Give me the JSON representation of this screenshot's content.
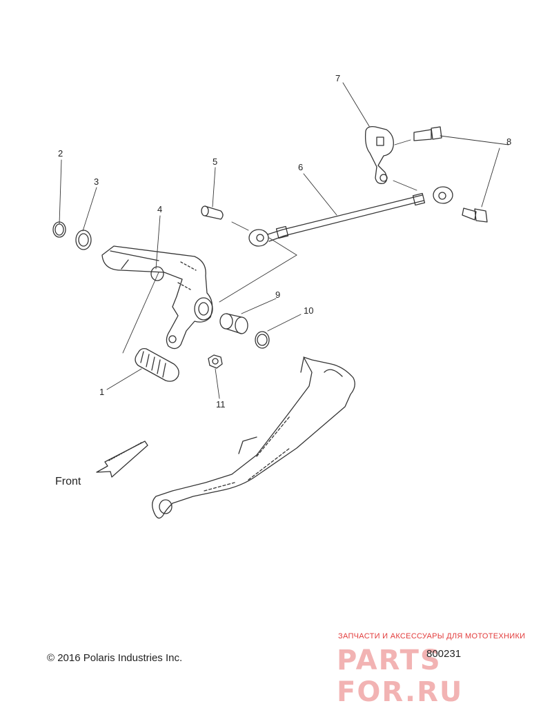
{
  "callouts": [
    {
      "id": "1",
      "text": "1"
    },
    {
      "id": "2",
      "text": "2"
    },
    {
      "id": "3",
      "text": "3"
    },
    {
      "id": "4",
      "text": "4"
    },
    {
      "id": "5",
      "text": "5"
    },
    {
      "id": "6",
      "text": "6"
    },
    {
      "id": "7",
      "text": "7"
    },
    {
      "id": "8",
      "text": "8"
    },
    {
      "id": "9",
      "text": "9"
    },
    {
      "id": "10",
      "text": "10"
    },
    {
      "id": "11",
      "text": "11"
    }
  ],
  "direction_label": "Front",
  "copyright": "© 2016 Polaris Industries Inc.",
  "part_number": "800231",
  "watermark": {
    "tagline": "ЗАПЧАСТИ И АКСЕССУАРЫ ДЛЯ МОТОТЕХНИКИ",
    "logo": "PARTS FOR.RU",
    "color": "#e23b3b"
  },
  "colors": {
    "line": "#333333",
    "background": "#ffffff"
  }
}
